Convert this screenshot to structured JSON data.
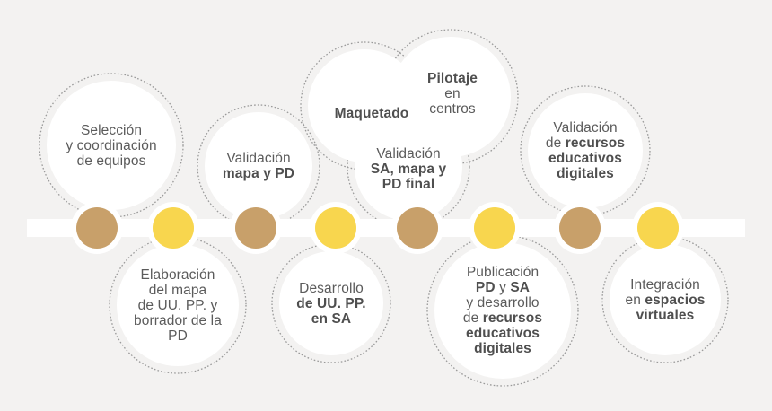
{
  "colors": {
    "background": "#f3f2f1",
    "bubble_fill": "#ffffff",
    "bubble_stroke": "#9a9a9a",
    "band": "#ffffff",
    "dot_brown": "#c8a06a",
    "dot_yellow": "#f8d64e",
    "text": "#5b5b5b"
  },
  "steps": [
    {
      "dot": "brown",
      "lines": [
        [
          {
            "t": "Selección",
            "b": false
          }
        ],
        [
          {
            "t": "y coordinación",
            "b": false
          }
        ],
        [
          {
            "t": "de equipos",
            "b": false
          }
        ]
      ]
    },
    {
      "dot": "yellow",
      "lines": [
        [
          {
            "t": "Elaboración",
            "b": false
          }
        ],
        [
          {
            "t": "del mapa",
            "b": false
          }
        ],
        [
          {
            "t": "de UU. PP. y",
            "b": false
          }
        ],
        [
          {
            "t": "borrador de la",
            "b": false
          }
        ],
        [
          {
            "t": "PD",
            "b": false
          }
        ]
      ]
    },
    {
      "dot": "brown",
      "lines": [
        [
          {
            "t": "Validación",
            "b": false
          }
        ],
        [
          {
            "t": "mapa y PD",
            "b": true
          }
        ]
      ]
    },
    {
      "dot": "yellow",
      "lines": [
        [
          {
            "t": "Desarrollo",
            "b": false
          }
        ],
        [
          {
            "t": "de UU. PP.",
            "b": true
          }
        ],
        [
          {
            "t": "en SA",
            "b": true
          }
        ]
      ]
    },
    {
      "dot": "brown",
      "lines": [
        [
          {
            "t": "Validación",
            "b": false
          }
        ],
        [
          {
            "t": "SA, mapa y",
            "b": true
          }
        ],
        [
          {
            "t": "PD final",
            "b": true
          }
        ]
      ],
      "extra_maquetado": [
        [
          {
            "t": "Maquetado",
            "b": true
          }
        ]
      ],
      "extra_pilotaje": [
        [
          {
            "t": "Pilotaje",
            "b": true
          }
        ],
        [
          {
            "t": "en",
            "b": false
          }
        ],
        [
          {
            "t": "centros",
            "b": false
          }
        ]
      ]
    },
    {
      "dot": "yellow",
      "lines": [
        [
          {
            "t": "Publicación",
            "b": false
          }
        ],
        [
          {
            "t": "PD",
            "b": true
          },
          {
            "t": " y ",
            "b": false
          },
          {
            "t": "SA",
            "b": true
          }
        ],
        [
          {
            "t": "y desarrollo",
            "b": false
          }
        ],
        [
          {
            "t": "de ",
            "b": false
          },
          {
            "t": "recursos",
            "b": true
          }
        ],
        [
          {
            "t": "educativos",
            "b": true
          }
        ],
        [
          {
            "t": "digitales",
            "b": true
          }
        ]
      ]
    },
    {
      "dot": "brown",
      "lines": [
        [
          {
            "t": "Validación",
            "b": false
          }
        ],
        [
          {
            "t": "de ",
            "b": false
          },
          {
            "t": "recursos",
            "b": true
          }
        ],
        [
          {
            "t": "educativos",
            "b": true
          }
        ],
        [
          {
            "t": "digitales",
            "b": true
          }
        ]
      ]
    },
    {
      "dot": "yellow",
      "lines": [
        [
          {
            "t": "Integración",
            "b": false
          }
        ],
        [
          {
            "t": "en ",
            "b": false
          },
          {
            "t": "espacios",
            "b": true
          }
        ],
        [
          {
            "t": "virtuales",
            "b": true
          }
        ]
      ]
    }
  ]
}
